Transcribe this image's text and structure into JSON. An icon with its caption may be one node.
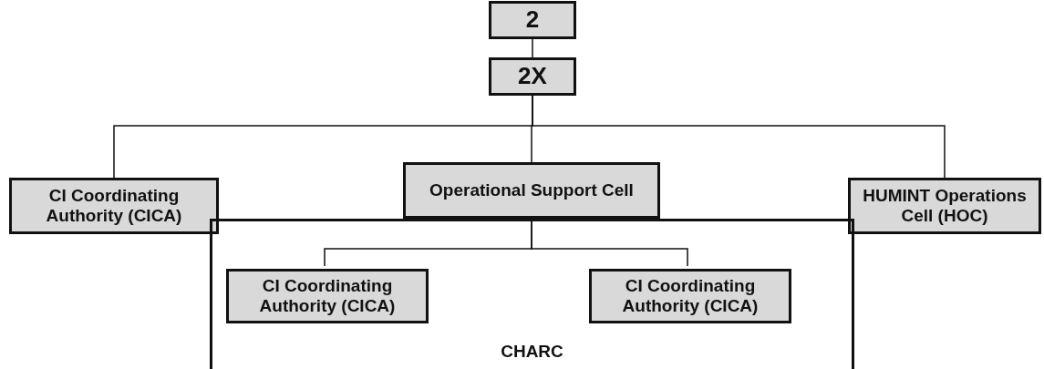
{
  "diagram": {
    "nodes": [
      {
        "text": [
          "2"
        ]
      },
      {
        "text": [
          "2X"
        ]
      },
      {
        "text": [
          "CI Coordinating Authority (CICA)"
        ]
      },
      {
        "text": [
          "Operational Support Cell"
        ]
      },
      {
        "text": [
          "HUMINT Operations Cell (HOC)"
        ]
      },
      {
        "text": [
          "CHARC"
        ]
      },
      {
        "text": [
          "CI Coordinating Authority (CICA)"
        ],
        "in": 5
      },
      {
        "text": [
          "CI Coordinating Authority (CICA)"
        ],
        "in": 5
      }
    ],
    "edges": [
      {
        "from": 0,
        "to": 1,
        "arrow": "none"
      },
      {
        "from": 1,
        "to": 2,
        "arrow": "none"
      },
      {
        "from": 1,
        "to": 3,
        "arrow": "none"
      },
      {
        "from": 1,
        "to": 4,
        "arrow": "none"
      },
      {
        "from": 3,
        "to": 6,
        "arrow": "none"
      },
      {
        "from": 3,
        "to": 7,
        "arrow": "none"
      }
    ]
  }
}
